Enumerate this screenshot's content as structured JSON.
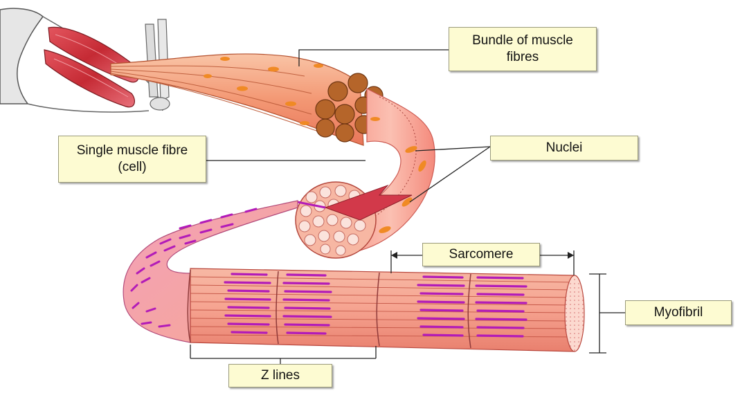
{
  "labels": {
    "bundle": "Bundle of muscle\nfibres",
    "single_fibre": "Single muscle fibre\n(cell)",
    "nuclei": "Nuclei",
    "sarcomere": "Sarcomere",
    "myofibril": "Myofibril",
    "z_lines": "Z lines"
  },
  "colors": {
    "label_bg": "#fdfbd2",
    "muscle_red": "#c8303a",
    "fibre_pink": "#f6a08a",
    "nucleus_orange": "#f08a24",
    "myofilament_magenta": "#b21bb8",
    "leader_line": "#222222"
  }
}
